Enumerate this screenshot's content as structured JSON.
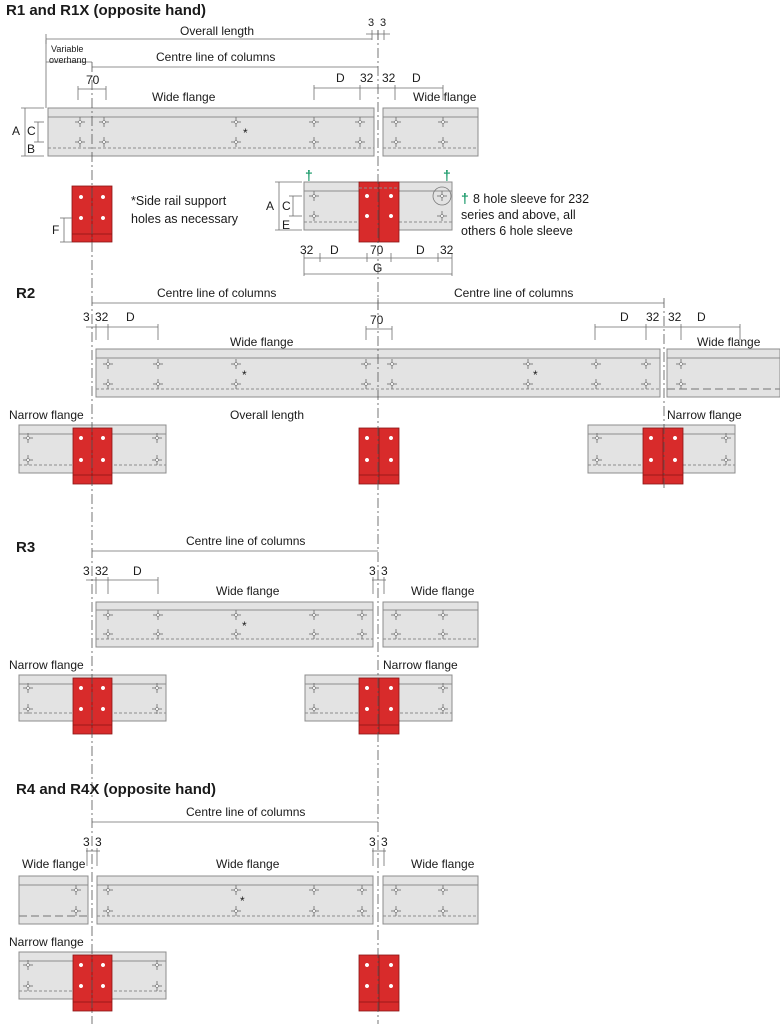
{
  "sections": {
    "r1": {
      "heading": "R1 and R1X (opposite hand)",
      "overall_length": "Overall length",
      "variable_overhang": [
        "Variable",
        "overhang"
      ],
      "centre_line": "Centre line of columns",
      "wide_flange_left": "Wide flange",
      "wide_flange_right": "Wide flange",
      "dims": {
        "three_a": "3",
        "three_b": "3",
        "seventy": "70",
        "d1": "D",
        "thirty_two_a": "32",
        "thirty_two_b": "32",
        "d2": "D"
      },
      "side_labels": {
        "a": "A",
        "b": "B",
        "c": "C",
        "f": "F"
      },
      "star": "*",
      "star_note": [
        "*Side rail support",
        "holes as necessary"
      ],
      "sleeve_detail": {
        "dagger": "†",
        "labels": {
          "a": "A",
          "c": "C",
          "e": "E",
          "g": "G"
        },
        "bottom_dims": [
          "32",
          "D",
          "70",
          "D",
          "32"
        ],
        "note": [
          "8 hole sleeve for 232",
          "series and above, all",
          "others 6 hole sleeve"
        ]
      }
    },
    "r2": {
      "heading": "R2",
      "centre_line_left": "Centre line of columns",
      "centre_line_right": "Centre line of columns",
      "dims": {
        "three": "3",
        "thirty_two": "32",
        "d_left": "D",
        "seventy": "70",
        "d_right": "D",
        "thirty_two_r1": "32",
        "thirty_two_r2": "32",
        "d_far": "D"
      },
      "wide_flange_main": "Wide flange",
      "wide_flange_right": "Wide flange",
      "narrow_flange_left": "Narrow flange",
      "narrow_flange_right": "Narrow flange",
      "overall_length": "Overall length",
      "star": "*"
    },
    "r3": {
      "heading": "R3",
      "centre_line": "Centre line of columns",
      "dims": {
        "three": "3",
        "thirty_two": "32",
        "d": "D",
        "three_r1": "3",
        "three_r2": "3"
      },
      "wide_flange_main": "Wide flange",
      "wide_flange_right": "Wide flange",
      "narrow_flange_left": "Narrow flange",
      "narrow_flange_right": "Narrow flange",
      "star": "*"
    },
    "r4": {
      "heading": "R4 and R4X (opposite hand)",
      "centre_line": "Centre line of columns",
      "dims": {
        "three_l1": "3",
        "three_l2": "3",
        "three_r1": "3",
        "three_r2": "3"
      },
      "wide_flange_left": "Wide flange",
      "wide_flange_main": "Wide flange",
      "wide_flange_right": "Wide flange",
      "narrow_flange": "Narrow flange",
      "star": "*"
    }
  },
  "colors": {
    "sleeve": "#d82b2b",
    "beam": "#e3e3e3",
    "dagger": "#1a9a6a"
  }
}
